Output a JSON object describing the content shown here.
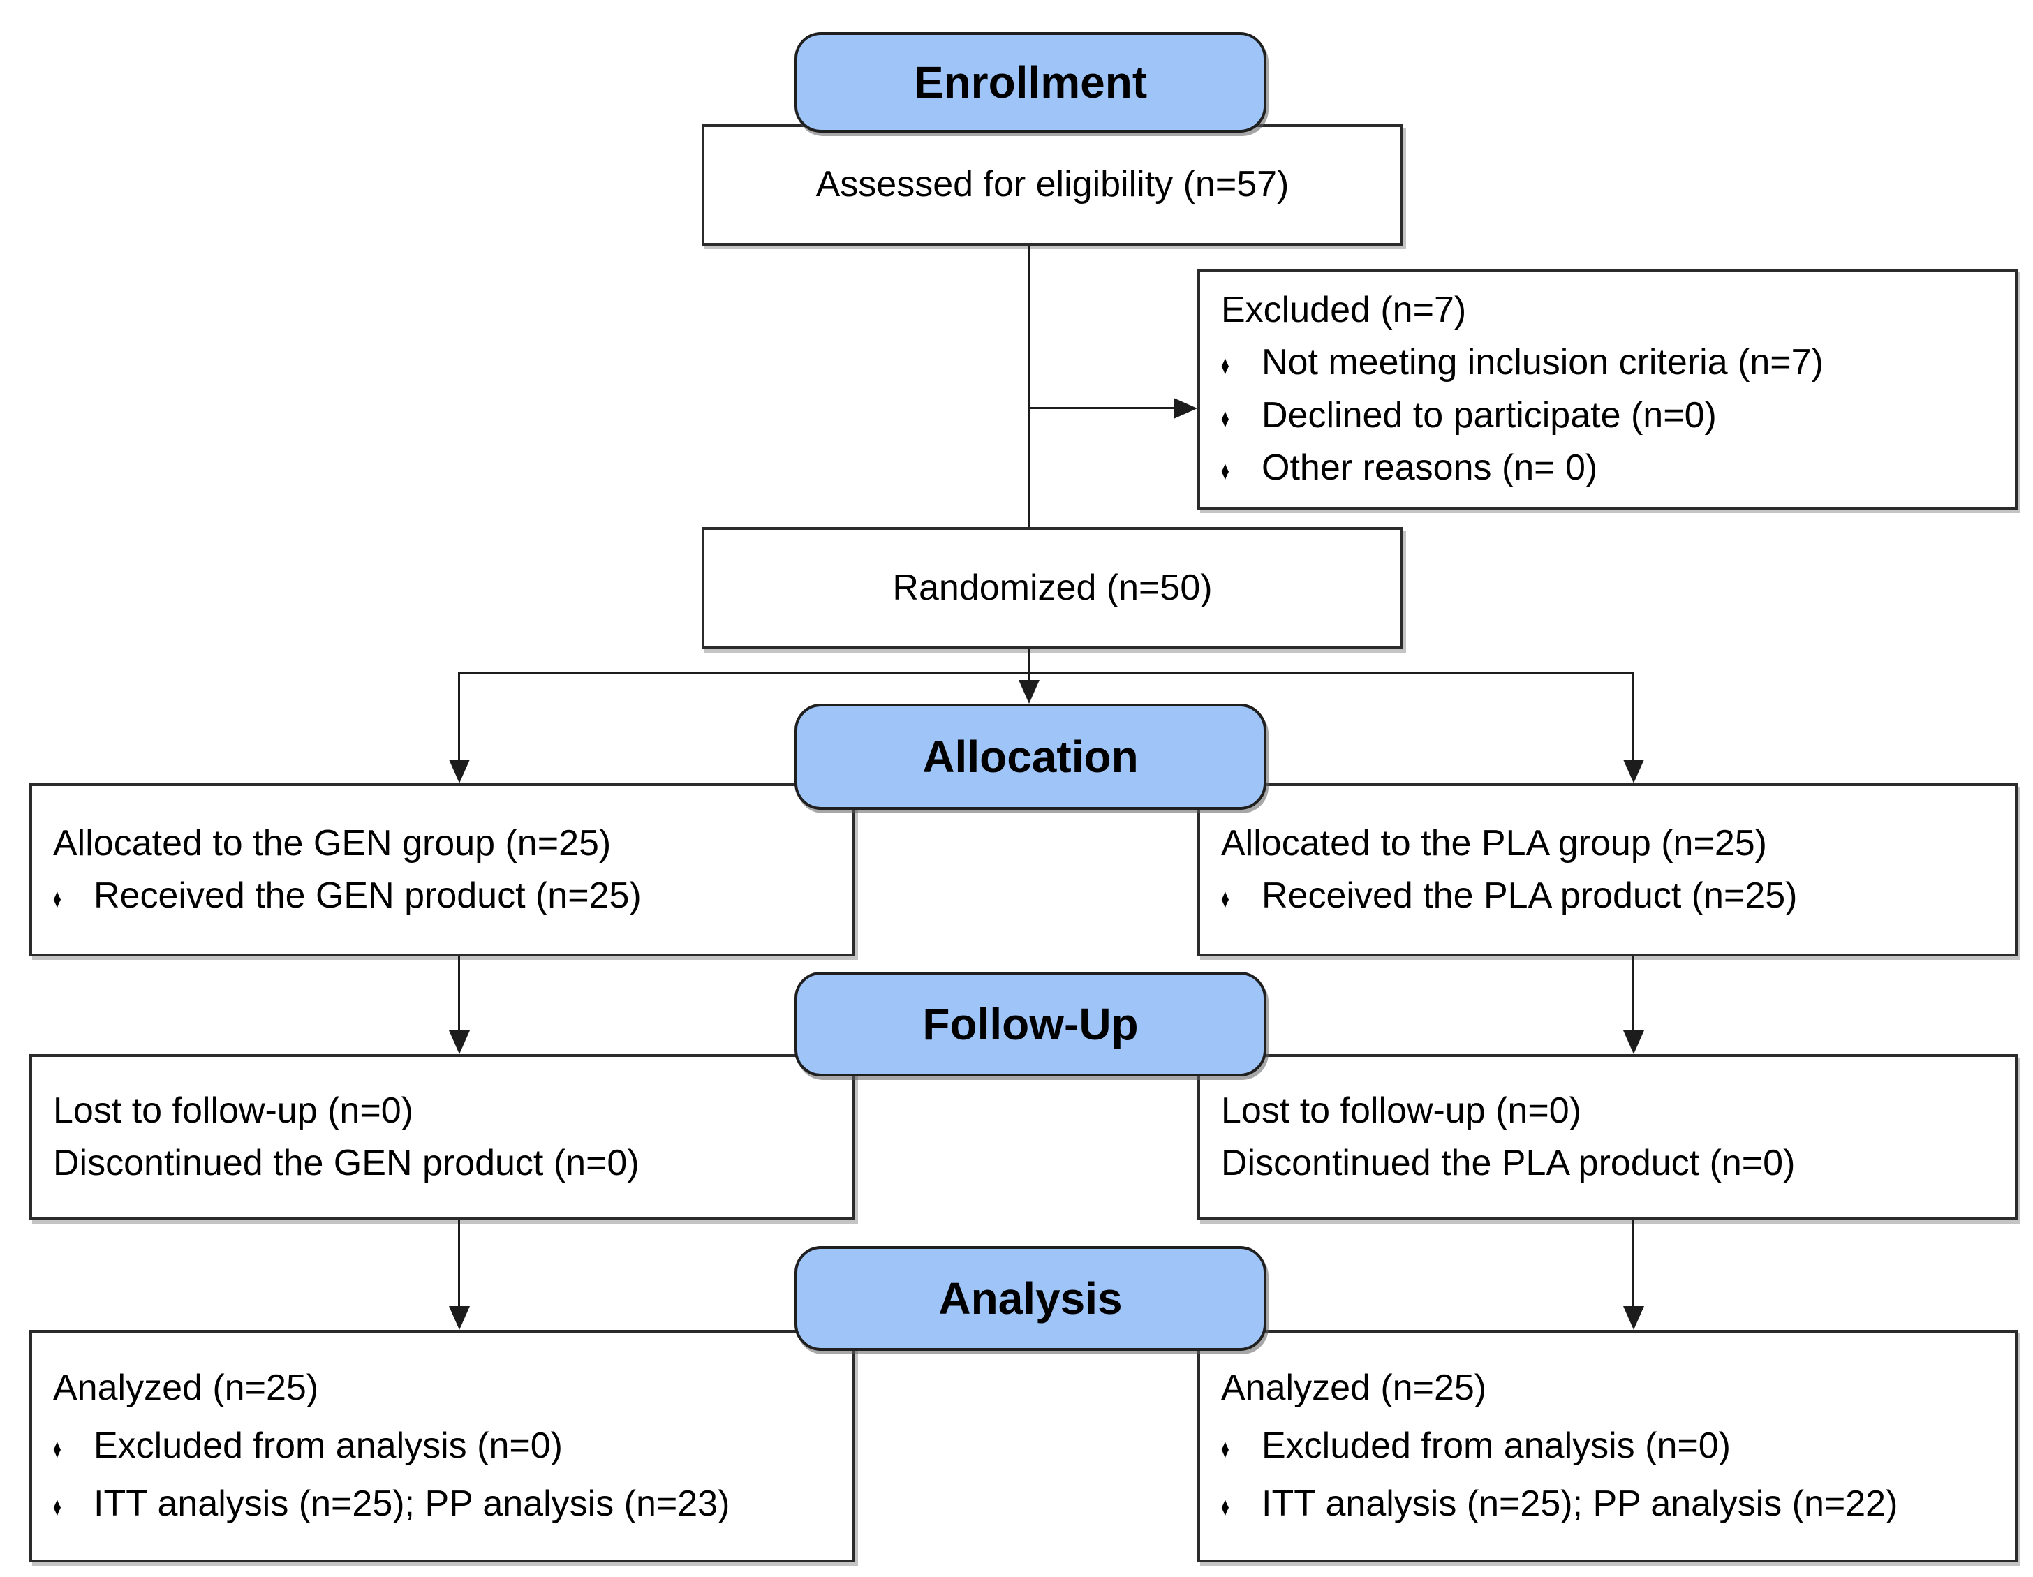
{
  "figure": {
    "type": "consort-flow-diagram",
    "stages": {
      "enrollment": "Enrollment",
      "allocation": "Allocation",
      "followup": "Follow-Up",
      "analysis": "Analysis"
    },
    "boxes": {
      "assessed": {
        "text": "Assessed for eligibility (n=57)"
      },
      "excluded": {
        "title": "Excluded (n=7)",
        "bullets": [
          "Not meeting inclusion criteria (n=7)",
          "Declined to participate (n=0)",
          "Other reasons (n= 0)"
        ]
      },
      "randomized": {
        "text": "Randomized (n=50)"
      },
      "allocation_left": {
        "title": "Allocated to the GEN group (n=25)",
        "bullets": [
          "Received the GEN product (n=25)"
        ]
      },
      "allocation_right": {
        "title": "Allocated to the PLA group (n=25)",
        "bullets": [
          "Received the PLA product (n=25)"
        ]
      },
      "followup_left": {
        "lines": [
          "Lost to follow-up (n=0)",
          "Discontinued the GEN product (n=0)"
        ]
      },
      "followup_right": {
        "lines": [
          "Lost to follow-up (n=0)",
          "Discontinued the PLA product (n=0)"
        ]
      },
      "analysis_left": {
        "title": "Analyzed (n=25)",
        "bullets": [
          "Excluded from analysis (n=0)",
          "ITT analysis (n=25); PP analysis (n=23)"
        ]
      },
      "analysis_right": {
        "title": "Analyzed (n=25)",
        "bullets": [
          "Excluded from analysis (n=0)",
          "ITT analysis (n=25); PP analysis (n=22)"
        ]
      }
    },
    "bullet_glyph": "♦",
    "colors": {
      "stage_fill": "#9FC5F8",
      "stage_border": "#1f1f1f",
      "box_border": "#2b2b2b",
      "line": "#1c1c1c",
      "background": "#ffffff",
      "text": "#000000"
    }
  }
}
